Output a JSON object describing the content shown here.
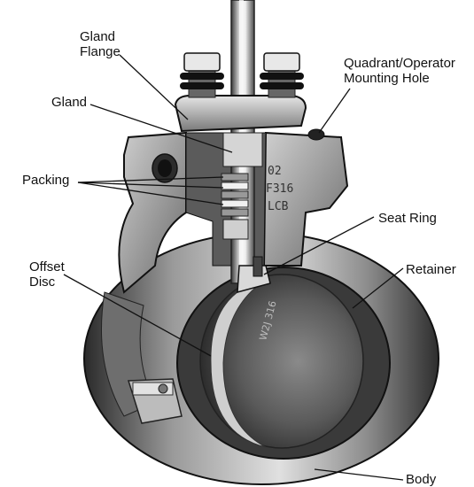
{
  "labels": {
    "gland_flange": "Gland\nFlange",
    "gland": "Gland",
    "packing": "Packing",
    "quadrant": "Quadrant/Operator\nMounting Hole",
    "seat_ring": "Seat Ring",
    "retainer": "Retainer",
    "offset_disc": "Offset\nDisc",
    "body": "Body"
  },
  "body_markings": [
    "02",
    "F316",
    "LCB"
  ],
  "disc_markings": [
    "W2J",
    "316"
  ]
}
